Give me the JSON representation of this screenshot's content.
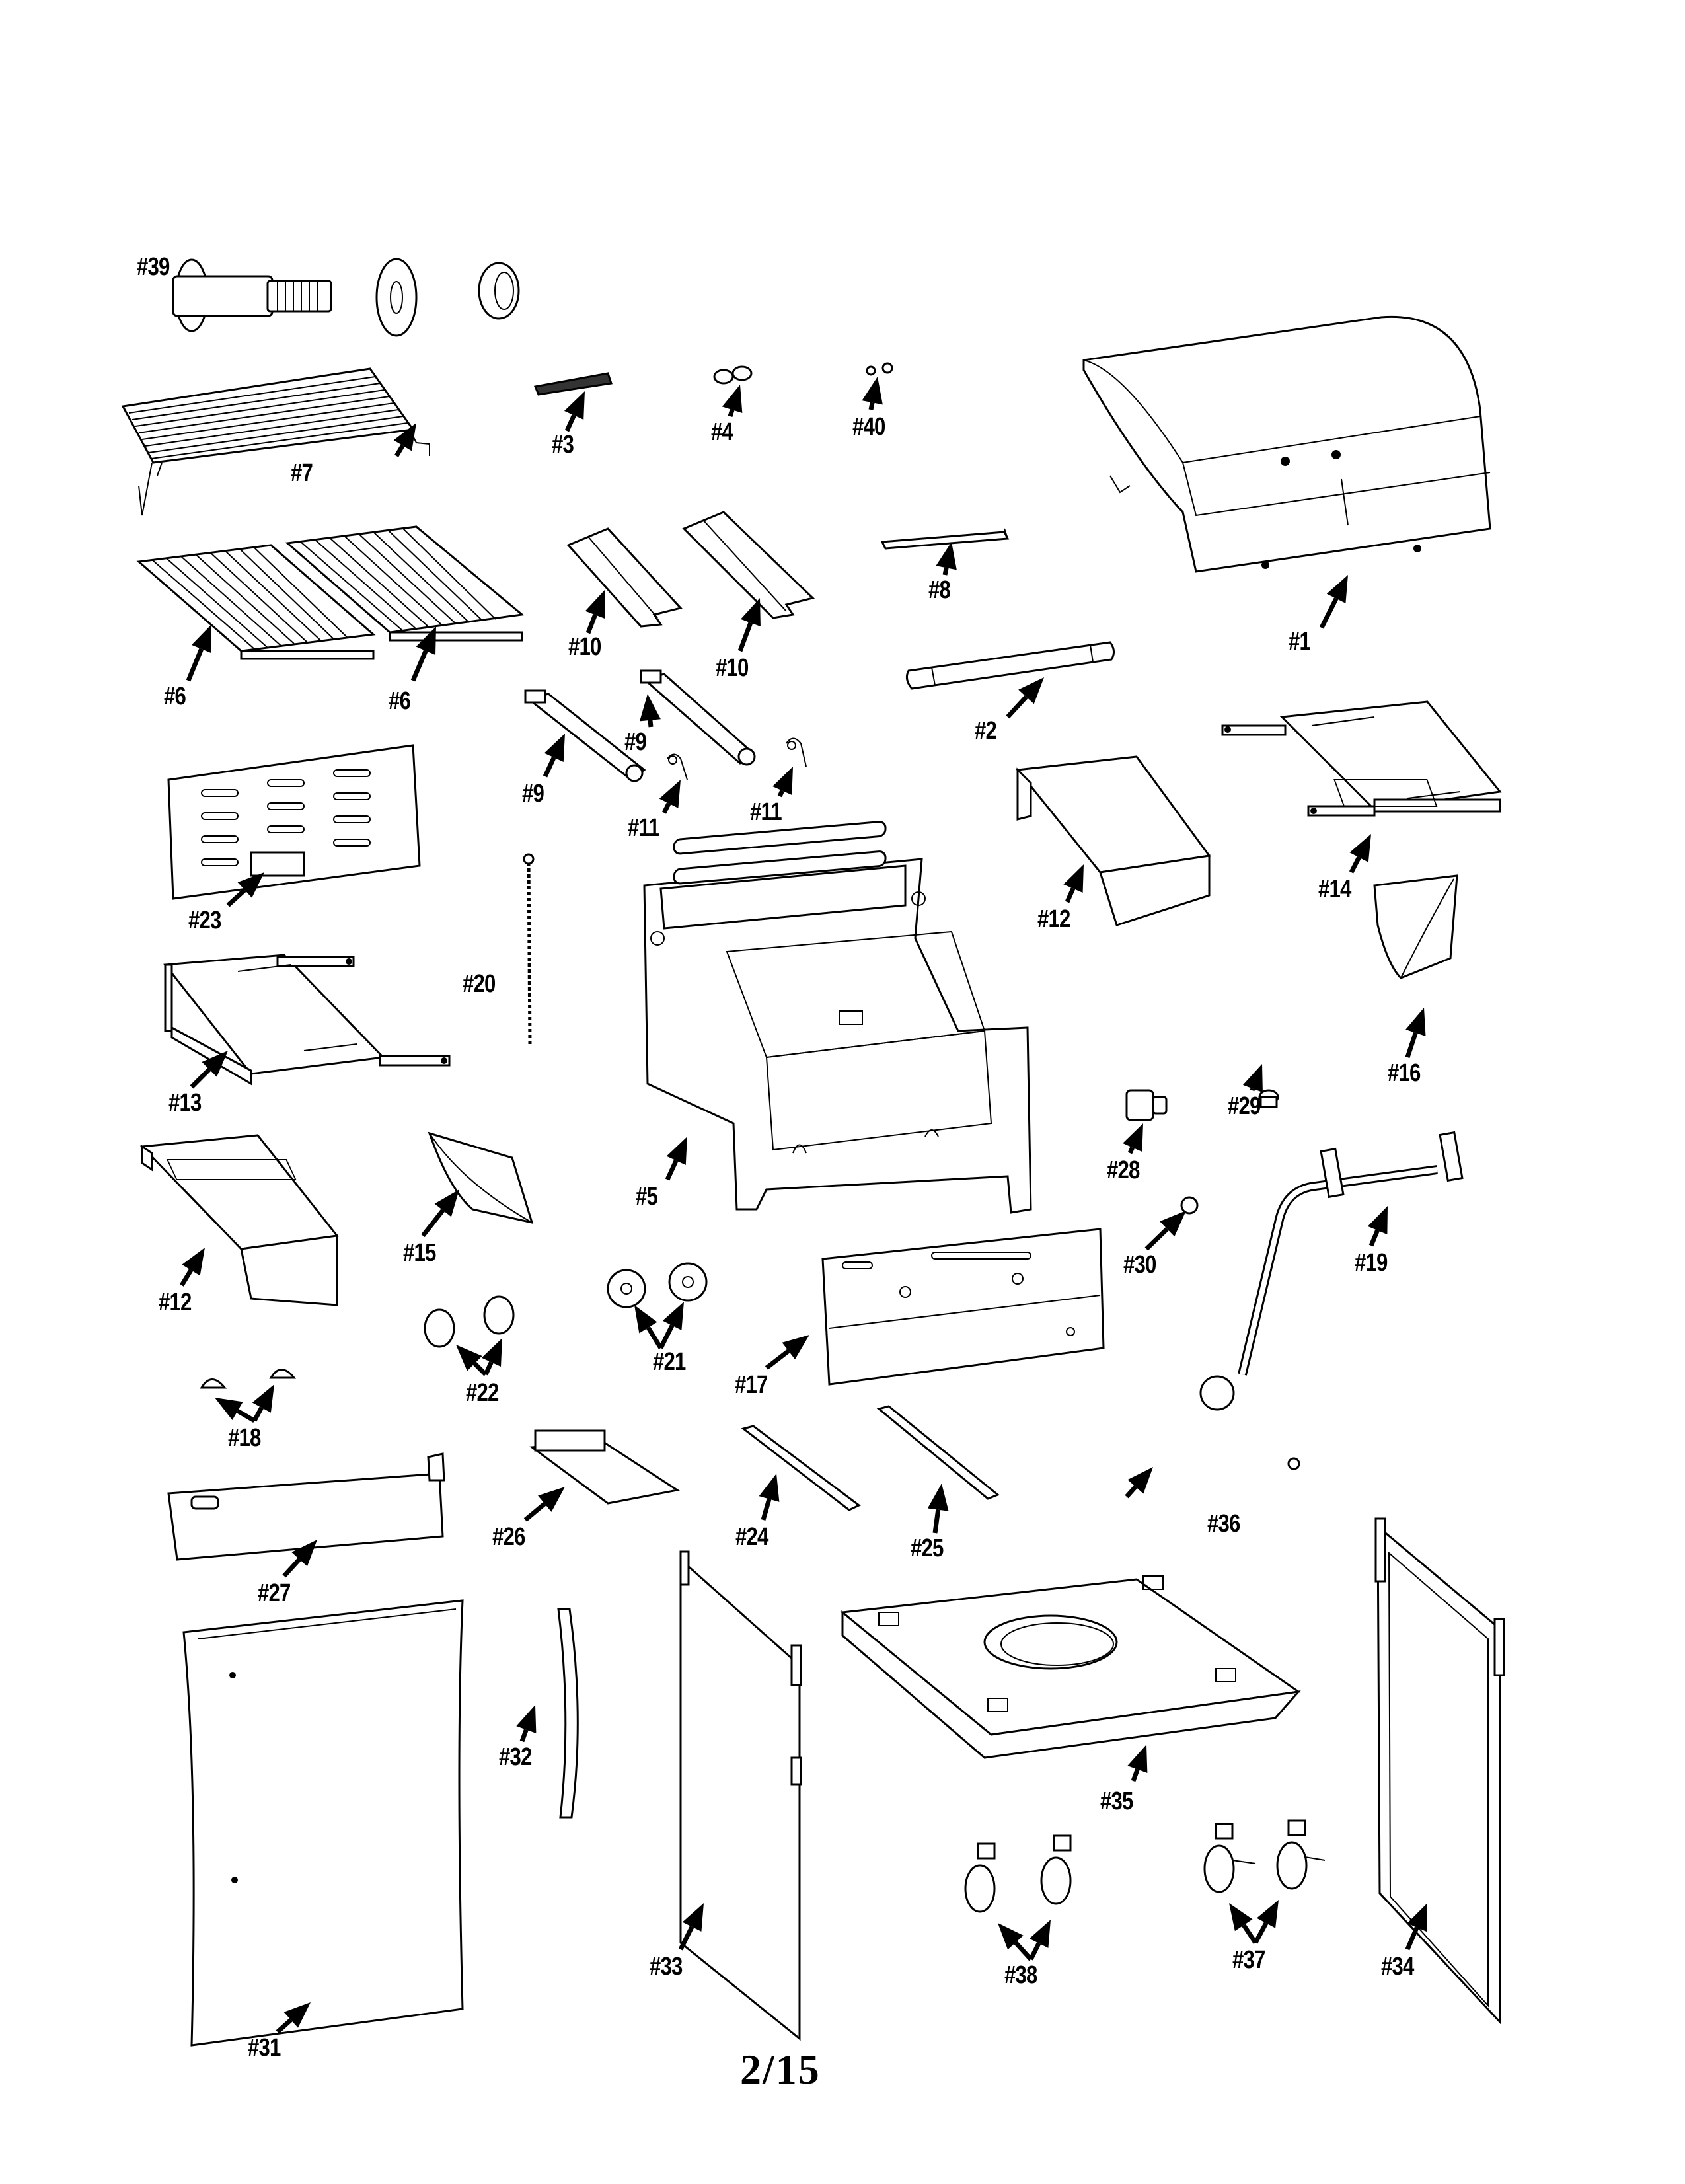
{
  "document": {
    "type": "exploded parts diagram",
    "subject": "gas grill",
    "page_number": "2/15"
  },
  "parts": [
    {
      "id": "39",
      "label": "#39",
      "name": "shoulder-bolt-washer-nut"
    },
    {
      "id": "7",
      "label": "#7",
      "name": "warming-rack"
    },
    {
      "id": "3",
      "label": "#3",
      "name": "nameplate"
    },
    {
      "id": "4",
      "label": "#4",
      "name": "bumper-pair"
    },
    {
      "id": "40",
      "label": "#40",
      "name": "small-fastener-pair"
    },
    {
      "id": "1",
      "label": "#1",
      "name": "lid"
    },
    {
      "id": "6a",
      "label": "#6",
      "name": "cooking-grate-left"
    },
    {
      "id": "6b",
      "label": "#6",
      "name": "cooking-grate-right"
    },
    {
      "id": "10a",
      "label": "#10",
      "name": "heat-tent-left"
    },
    {
      "id": "10b",
      "label": "#10",
      "name": "heat-tent-right"
    },
    {
      "id": "8",
      "label": "#8",
      "name": "bracket"
    },
    {
      "id": "2",
      "label": "#2",
      "name": "lid-handle"
    },
    {
      "id": "9a",
      "label": "#9",
      "name": "burner-left"
    },
    {
      "id": "9b",
      "label": "#9",
      "name": "burner-right"
    },
    {
      "id": "11a",
      "label": "#11",
      "name": "electrode-left"
    },
    {
      "id": "11b",
      "label": "#11",
      "name": "electrode-right"
    },
    {
      "id": "23",
      "label": "#23",
      "name": "rear-panel"
    },
    {
      "id": "14",
      "label": "#14",
      "name": "side-shelf-right"
    },
    {
      "id": "12a",
      "label": "#12",
      "name": "shelf-support-right"
    },
    {
      "id": "20",
      "label": "#20",
      "name": "match-holder-chain"
    },
    {
      "id": "5",
      "label": "#5",
      "name": "firebox"
    },
    {
      "id": "13",
      "label": "#13",
      "name": "side-shelf-left"
    },
    {
      "id": "16",
      "label": "#16",
      "name": "side-shelf-end-cap"
    },
    {
      "id": "28",
      "label": "#28",
      "name": "igniter"
    },
    {
      "id": "29",
      "label": "#29",
      "name": "igniter-button"
    },
    {
      "id": "15",
      "label": "#15",
      "name": "shelf-end-cap"
    },
    {
      "id": "12b",
      "label": "#12",
      "name": "shelf-support-left"
    },
    {
      "id": "30",
      "label": "#30",
      "name": "grommet"
    },
    {
      "id": "19",
      "label": "#19",
      "name": "valve-manifold-regulator"
    },
    {
      "id": "21",
      "label": "#21",
      "name": "control-bezel-pair"
    },
    {
      "id": "22",
      "label": "#22",
      "name": "control-knob-pair"
    },
    {
      "id": "17",
      "label": "#17",
      "name": "control-panel"
    },
    {
      "id": "18",
      "label": "#18",
      "name": "screw-pair"
    },
    {
      "id": "27",
      "label": "#27",
      "name": "back-bracket"
    },
    {
      "id": "26",
      "label": "#26",
      "name": "grease-tray"
    },
    {
      "id": "24",
      "label": "#24",
      "name": "cross-brace-left"
    },
    {
      "id": "25",
      "label": "#25",
      "name": "cross-brace-right"
    },
    {
      "id": "36",
      "label": "#36",
      "name": "tank-fastener"
    },
    {
      "id": "31",
      "label": "#31",
      "name": "cart-door"
    },
    {
      "id": "32",
      "label": "#32",
      "name": "door-handle"
    },
    {
      "id": "33",
      "label": "#33",
      "name": "cart-side-panel-left"
    },
    {
      "id": "35",
      "label": "#35",
      "name": "bottom-shelf"
    },
    {
      "id": "38",
      "label": "#38",
      "name": "caster-pair"
    },
    {
      "id": "37",
      "label": "#37",
      "name": "locking-caster-pair"
    },
    {
      "id": "34",
      "label": "#34",
      "name": "cart-side-frame-right"
    }
  ]
}
